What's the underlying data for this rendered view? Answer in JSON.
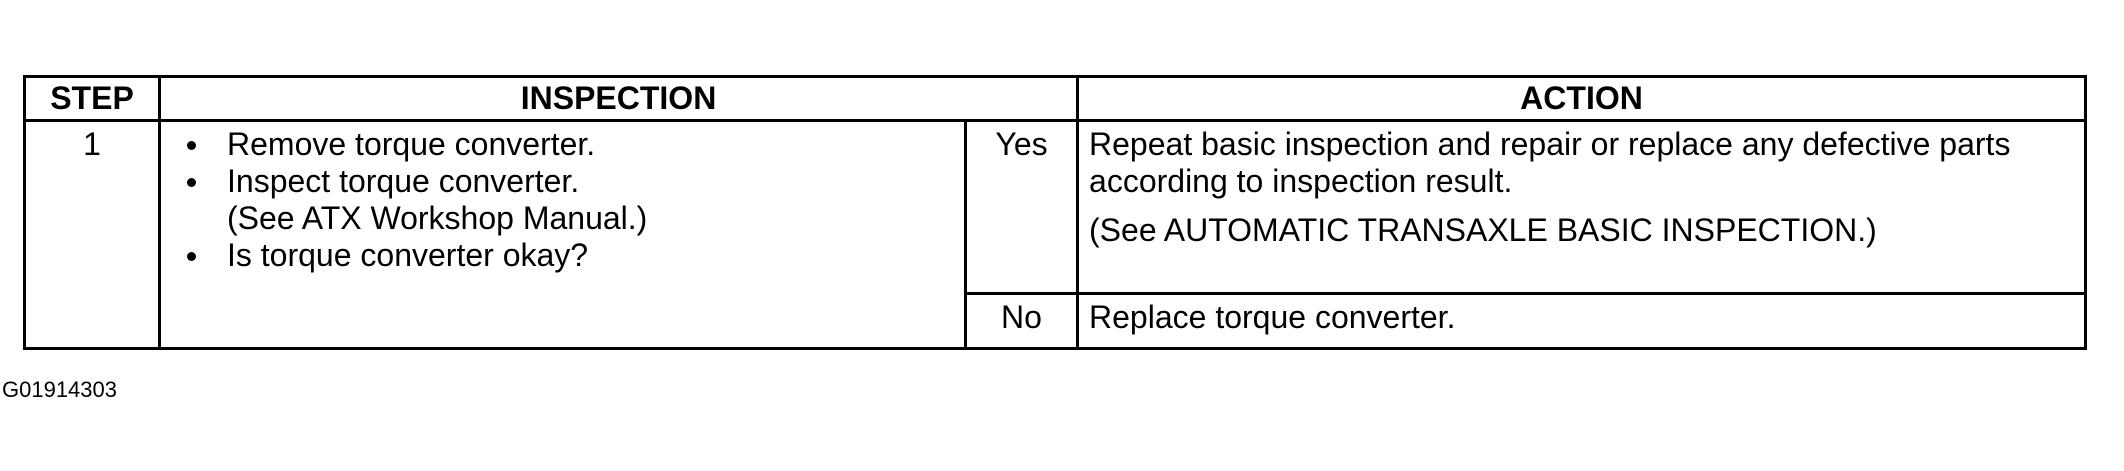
{
  "table": {
    "headers": {
      "step": "STEP",
      "inspection": "INSPECTION",
      "action": "ACTION"
    },
    "rows": [
      {
        "step": "1",
        "inspection": {
          "items": [
            {
              "text": "Remove torque converter."
            },
            {
              "text": "Inspect torque converter.",
              "note": "(See ATX Workshop Manual.)"
            },
            {
              "text": "Is torque converter okay?"
            }
          ]
        },
        "answers": [
          {
            "label": "Yes",
            "action_text": "Repeat basic inspection and repair or replace any defective parts according to inspection result.",
            "action_ref": "(See AUTOMATIC TRANSAXLE BASIC INSPECTION.)"
          },
          {
            "label": "No",
            "action_text": "Replace torque converter."
          }
        ]
      }
    ]
  },
  "figure_code": "G01914303"
}
